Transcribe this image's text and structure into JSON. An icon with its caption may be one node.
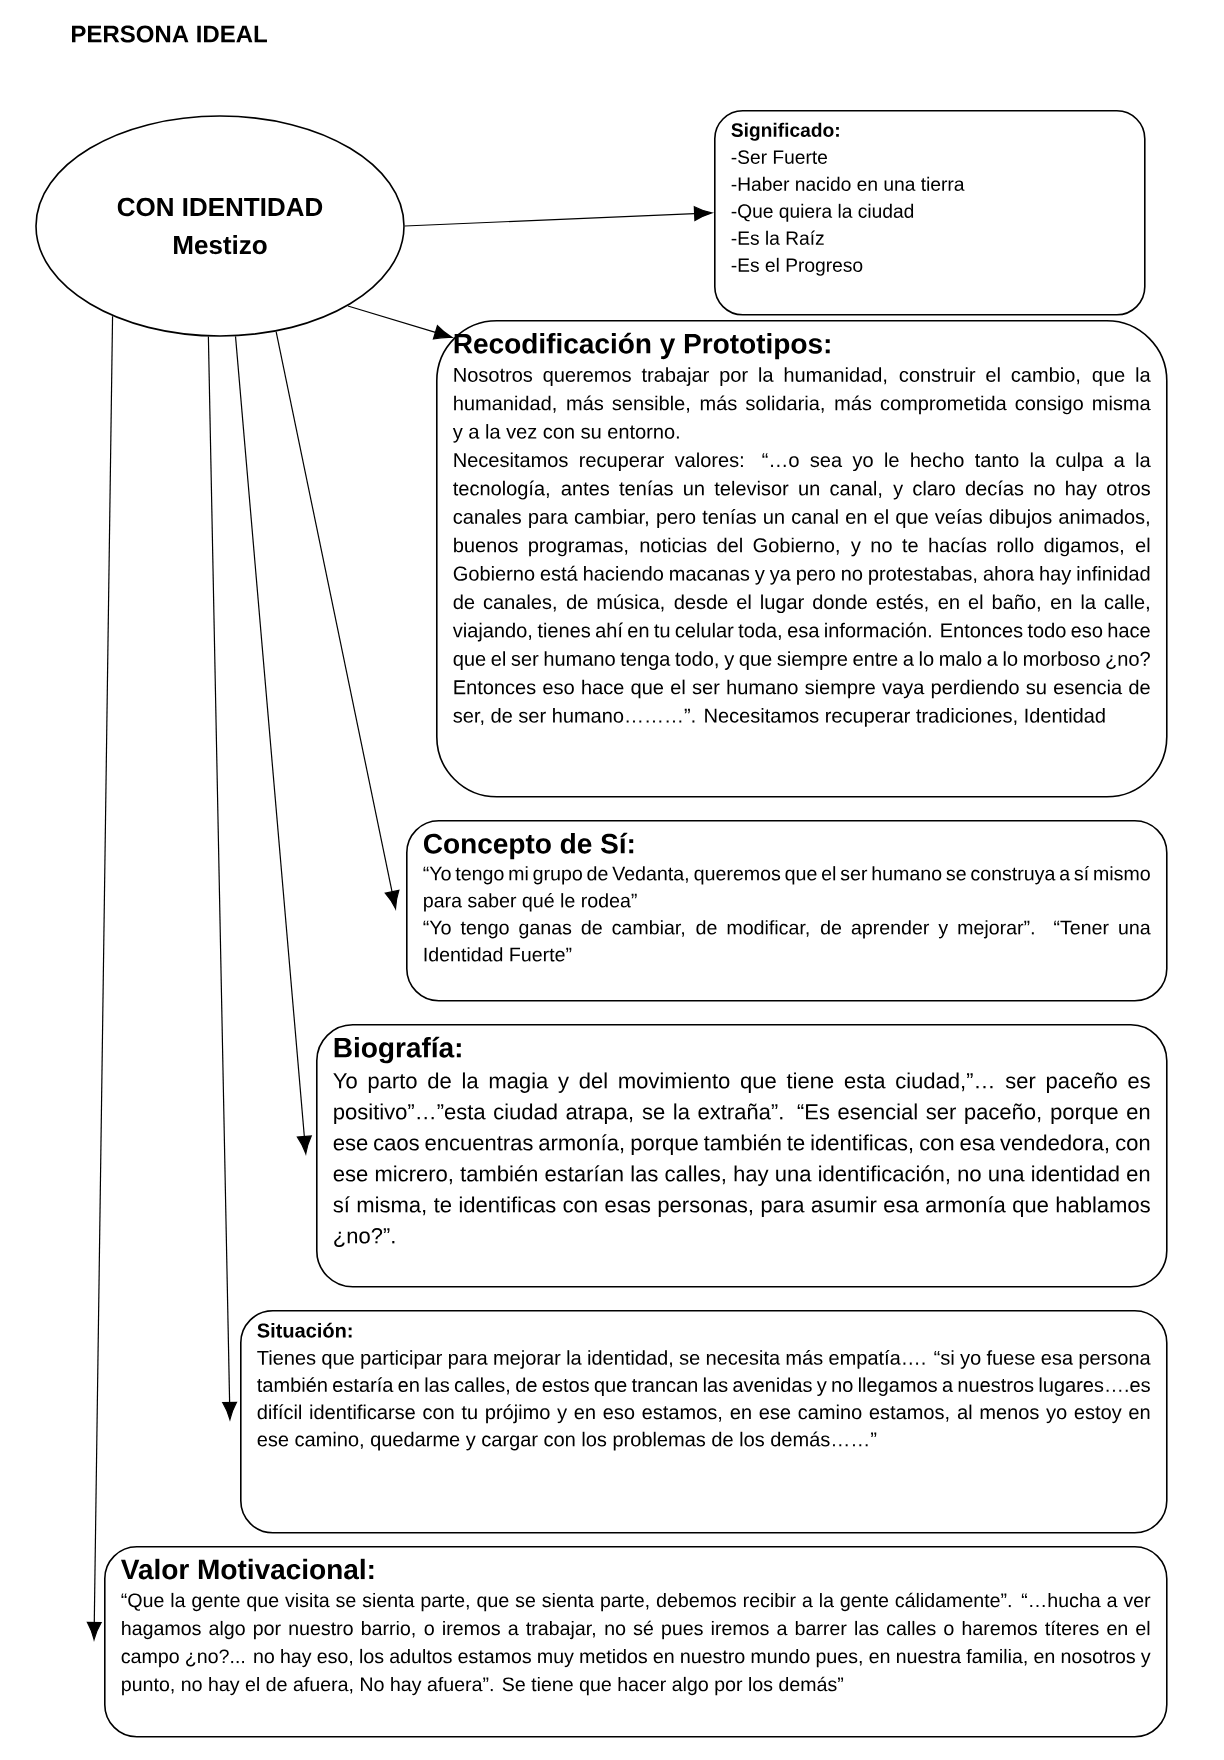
{
  "diagram": {
    "title": "PERSONA IDEAL",
    "nodes": [
      {
        "text": [
          "CON IDENTIDAD",
          "Mestizo"
        ]
      },
      {
        "text": [
          "Significado:",
          "-Ser Fuerte",
          "-Haber nacido en una tierra",
          "-Que quiera la ciudad",
          "-Es la Raíz",
          "-Es el Progreso"
        ]
      },
      {
        "text": [
          "Recodificación y Prototipos:",
          "Nosotros queremos trabajar por la humanidad, construir el cambio, que la humanidad, más sensible, más solidaria, más comprometida consigo misma y a la vez con su entorno.",
          "Necesitamos recuperar valores: “…o sea yo le hecho tanto la culpa a la tecnología, antes tenías un televisor  un canal, y claro decías no hay otros canales para cambiar, pero tenías un canal en el que veías dibujos animados, buenos programas, noticias del Gobierno, y no te hacías rollo digamos, el Gobierno está haciendo macanas y ya pero no protestabas, ahora hay infinidad de canales, de música, desde el lugar donde estés, en el baño, en la calle, viajando, tienes ahí en tu celular toda, esa información. Entonces todo eso hace que el ser humano tenga todo, y que siempre entre a lo malo a lo morboso ¿no? Entonces eso hace que el ser humano siempre vaya perdiendo su esencia de ser, de ser humano………”. Necesitamos recuperar tradiciones, Identidad"
        ]
      },
      {
        "text": [
          "Concepto de Sí:",
          "“Yo tengo mi grupo de Vedanta, queremos que el ser humano se construya a sí mismo para saber qué le rodea”",
          "“Yo tengo ganas de cambiar, de modificar, de aprender y mejorar”. “Tener una Identidad Fuerte”"
        ]
      },
      {
        "text": [
          "Biografía:",
          "Yo parto de la magia y del movimiento que tiene esta ciudad,”… ser paceño es positivo”…”esta ciudad atrapa, se la extraña”. “Es esencial ser paceño, porque en ese caos encuentras armonía, porque también te identificas, con esa vendedora, con ese micrero, también estarían las calles, hay una identificación, no una identidad en sí misma, te identificas con esas personas, para asumir esa armonía que hablamos ¿no?”."
        ]
      },
      {
        "text": [
          "Situación:",
          "Tienes que participar para mejorar la identidad, se necesita más empatía….  “si yo fuese esa persona también estaría en las calles, de estos que trancan las avenidas y no llegamos a nuestros lugares….es difícil identificarse con tu prójimo y en eso estamos, en ese camino estamos, al menos yo estoy en ese camino, quedarme y cargar con los problemas de los demás……”"
        ]
      },
      {
        "text": [
          "Valor Motivacional:",
          "“Que la gente que visita se sienta parte, que  se sienta parte, debemos recibir a la gente cálidamente”. “…hucha a ver hagamos algo por nuestro barrio, o iremos a trabajar, no sé pues iremos a barrer las calles o haremos títeres en el campo ¿no?... no hay eso, los adultos estamos muy metidos en nuestro mundo pues, en nuestra familia, en nosotros y punto, no hay el de afuera, No hay afuera”. Se tiene que hacer algo por los demás”"
        ]
      }
    ],
    "edges": [
      {
        "from": 0,
        "to": 1,
        "arrow": "to"
      },
      {
        "from": 0,
        "to": 2,
        "arrow": "to"
      },
      {
        "from": 0,
        "to": 3,
        "arrow": "to"
      },
      {
        "from": 0,
        "to": 4,
        "arrow": "to"
      },
      {
        "from": 0,
        "to": 5,
        "arrow": "to"
      },
      {
        "from": 0,
        "to": 6,
        "arrow": "to"
      }
    ]
  }
}
